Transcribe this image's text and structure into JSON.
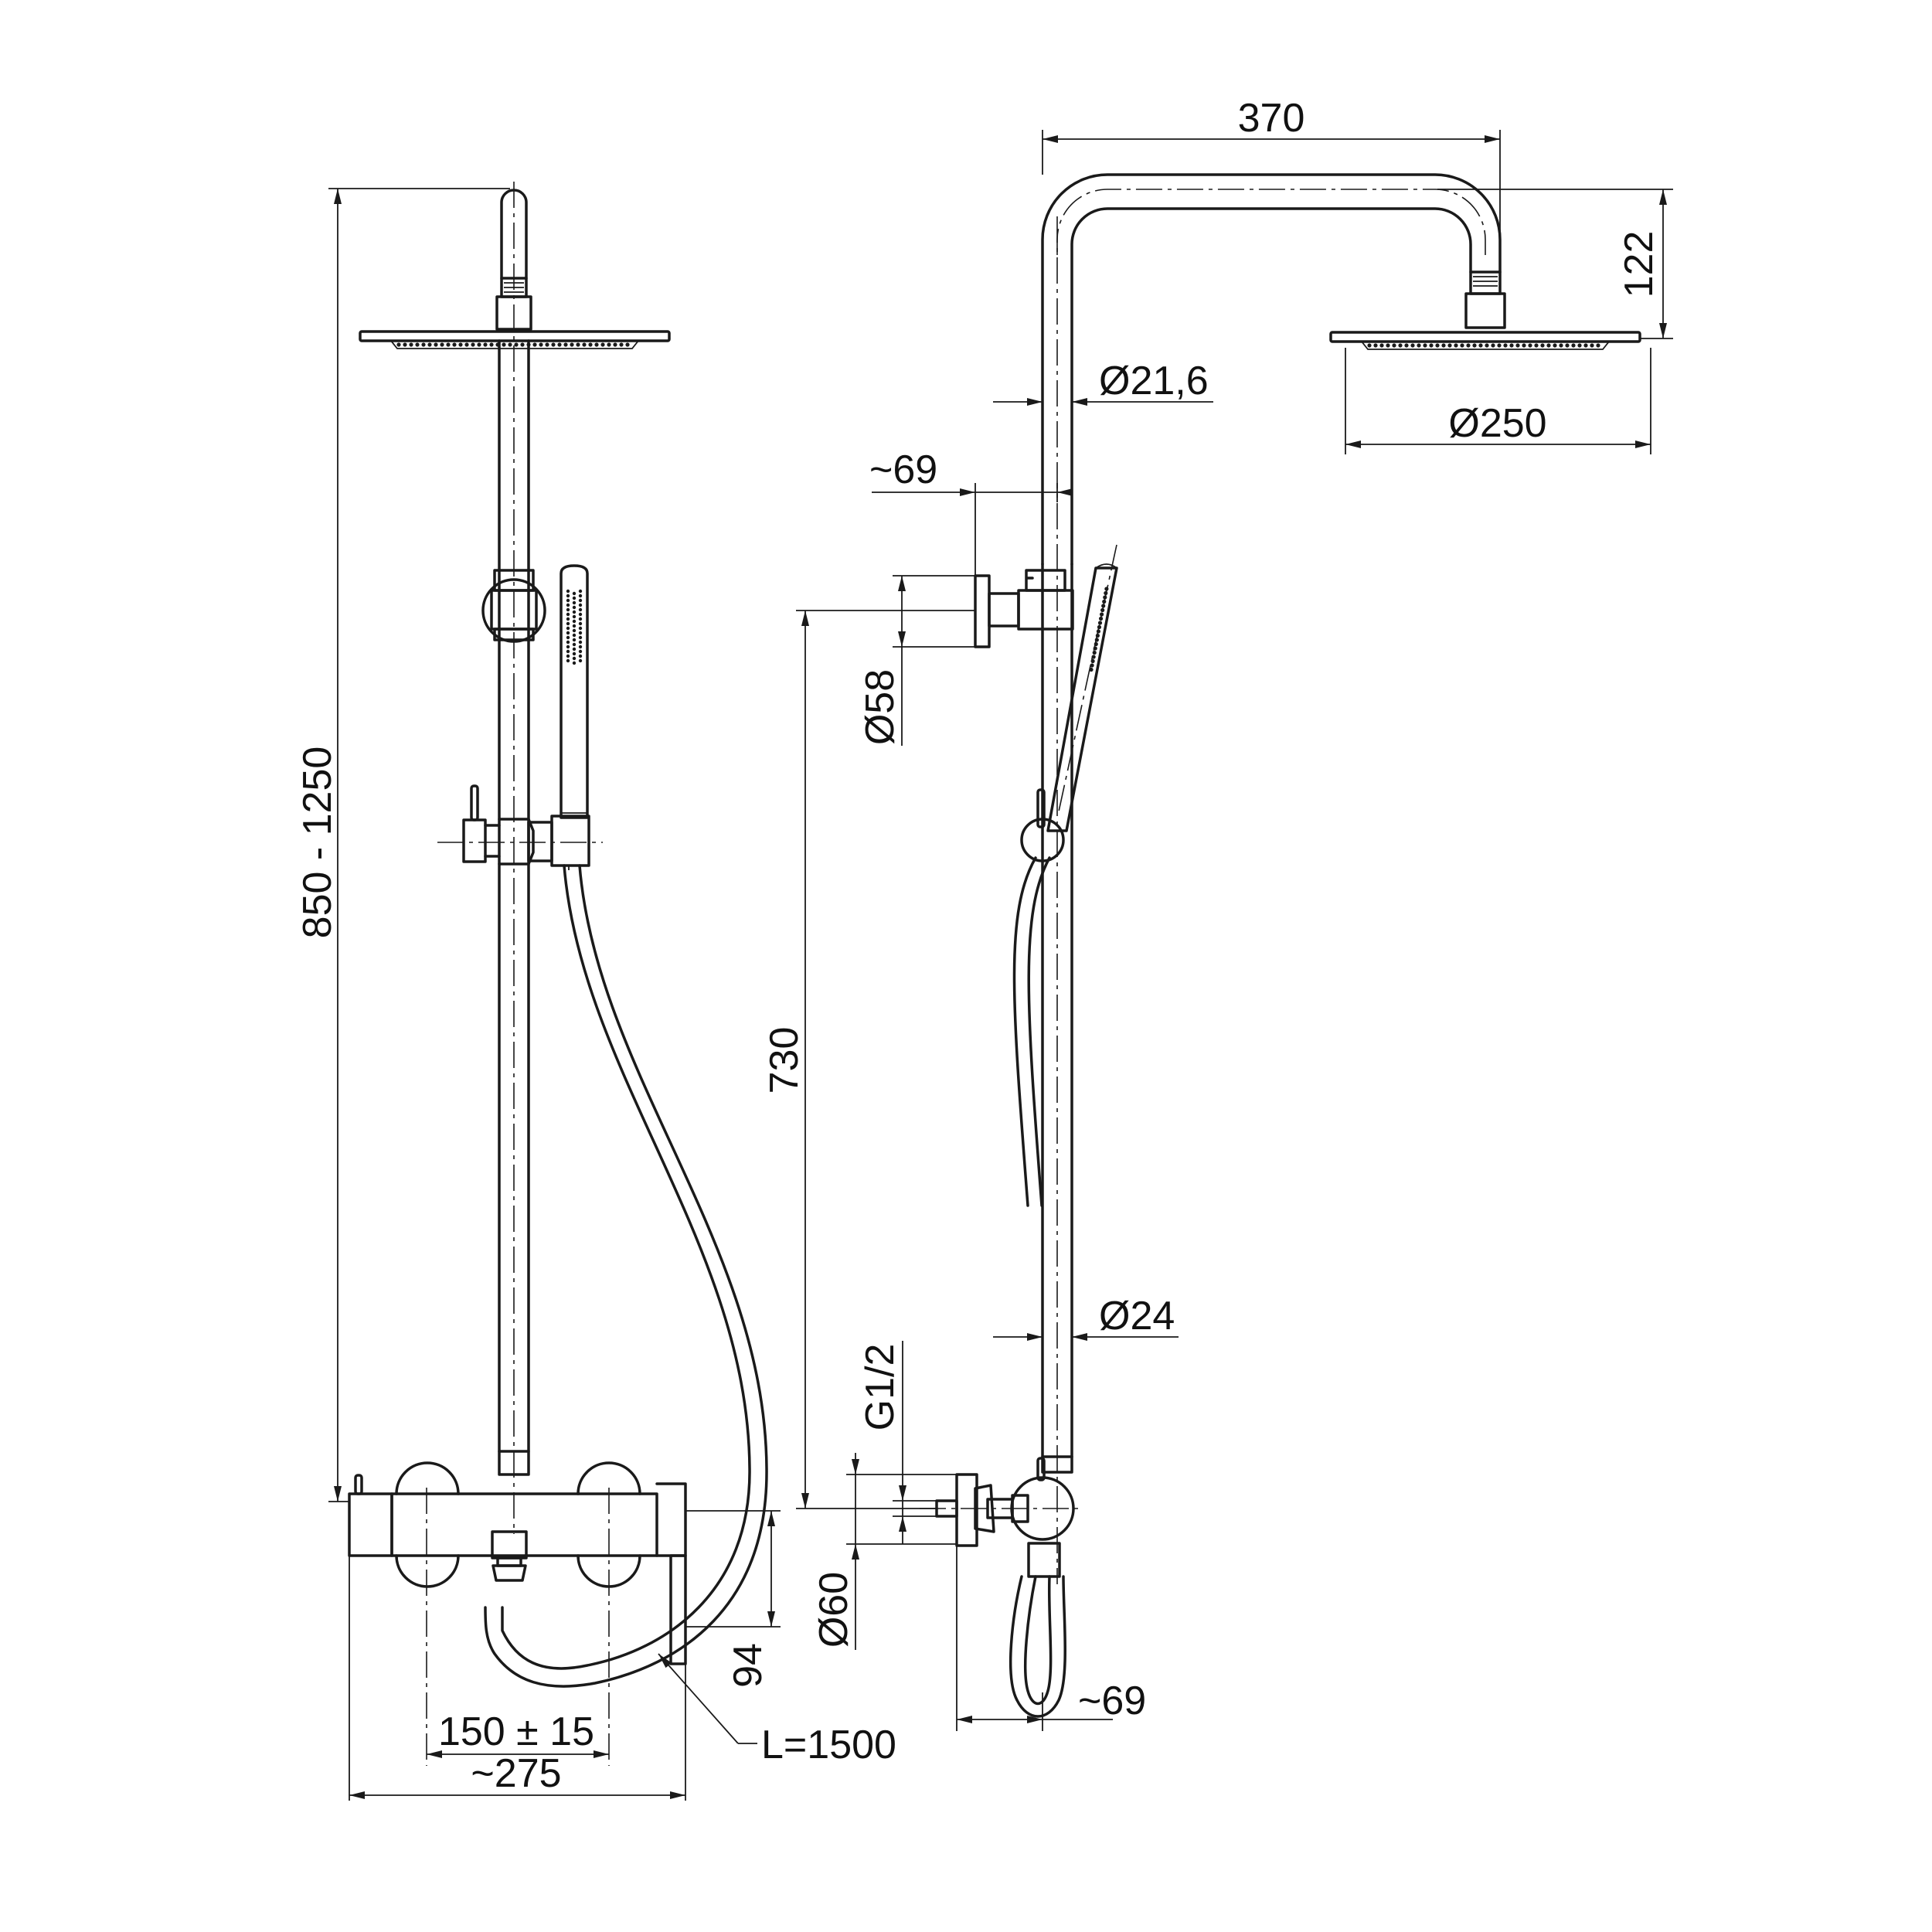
{
  "labels": {
    "height_range": "850 - 1250",
    "valve_spacing": "150 ± 15",
    "mixer_width": "~275",
    "hose_length": "L=1500",
    "spout_drop": "94",
    "arm_length": "370",
    "head_drop": "122",
    "arm_diameter": "Ø21,6",
    "head_diameter": "Ø250",
    "bracket_offset": "~69",
    "bracket_diameter": "Ø58",
    "rail_height": "730",
    "rail_diameter": "Ø24",
    "inlet_thread": "G1/2",
    "escutcheon_diameter": "Ø60",
    "mixer_offset": "~69"
  }
}
